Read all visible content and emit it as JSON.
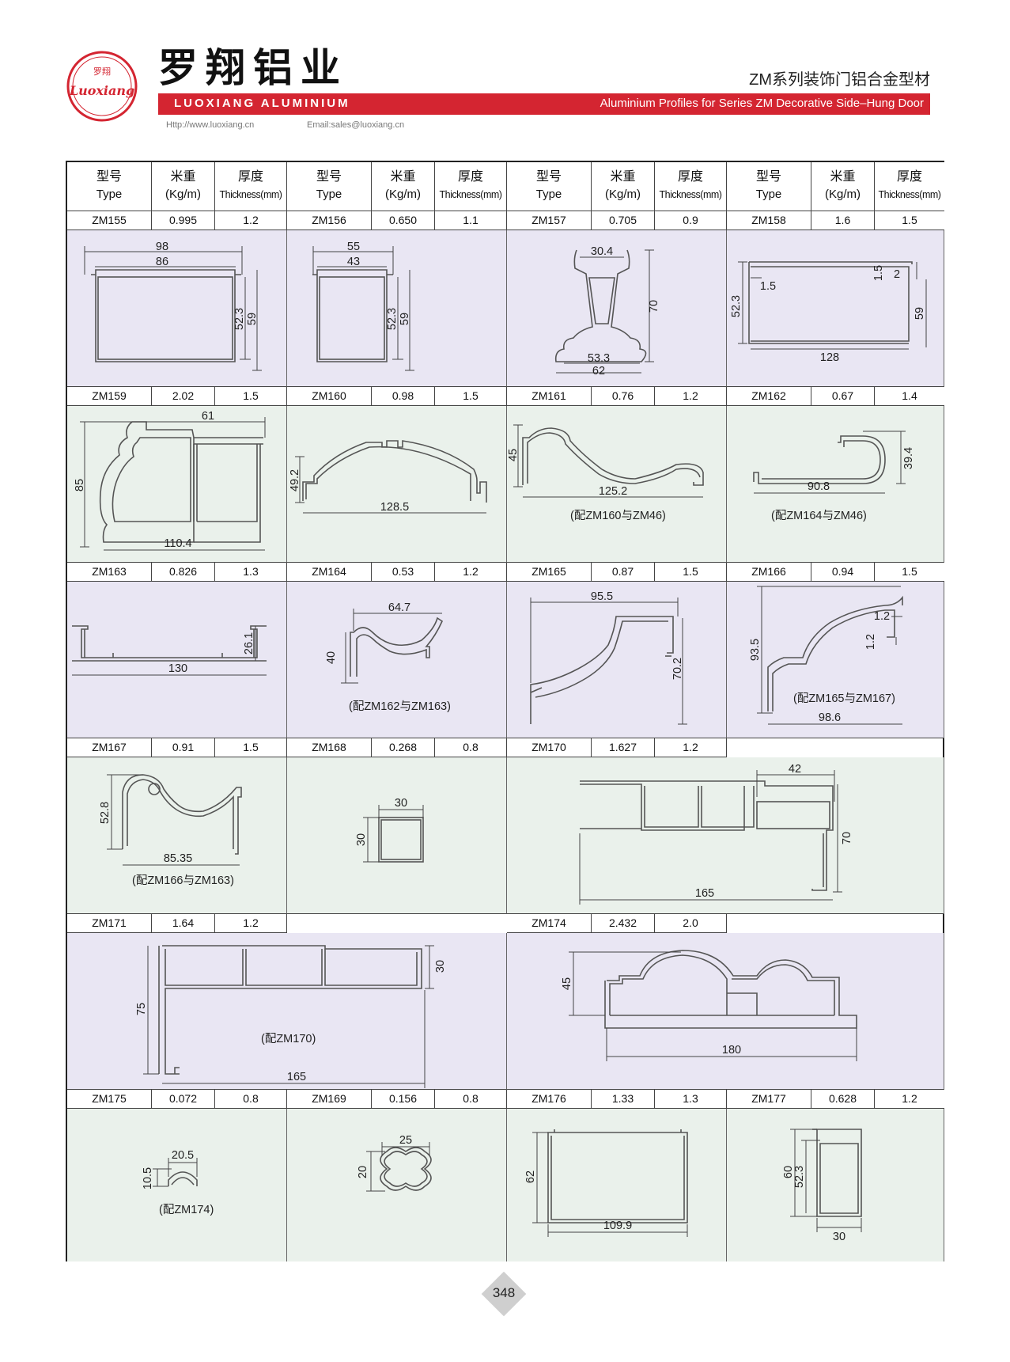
{
  "header": {
    "logo_text_top": "罗翔",
    "logo_text_script": "Luoxiang",
    "brand_cn": "罗翔铝业",
    "brand_en": "LUOXIANG ALUMINIUM",
    "series_cn": "ZM系列装饰门铝合金型材",
    "series_en": "Aluminium Profiles for Series ZM Decorative Side–Hung Door",
    "website": "Http://www.luoxiang.cn",
    "email": "Email:sales@luoxiang.cn"
  },
  "colors": {
    "brand_red": "#d42531",
    "panel_purple": "#e9e6f3",
    "panel_green": "#eaf1eb",
    "grid_line": "#444444"
  },
  "table_header": {
    "type_cn": "型号",
    "type_en": "Type",
    "weight_cn": "米重",
    "weight_en": "(Kg/m)",
    "thick_cn": "厚度",
    "thick_en": "Thickness(mm)"
  },
  "rows": [
    {
      "products": [
        {
          "type": "ZM155",
          "weight": "0.995",
          "thickness": "1.2",
          "dims": [
            "98",
            "86",
            "52.3",
            "59"
          ],
          "note": ""
        },
        {
          "type": "ZM156",
          "weight": "0.650",
          "thickness": "1.1",
          "dims": [
            "55",
            "43",
            "52.3",
            "59"
          ],
          "note": ""
        },
        {
          "type": "ZM157",
          "weight": "0.705",
          "thickness": "0.9",
          "dims": [
            "30.4",
            "70",
            "53.3",
            "62"
          ],
          "note": ""
        },
        {
          "type": "ZM158",
          "weight": "1.6",
          "thickness": "1.5",
          "dims": [
            "52.3",
            "1.5",
            "1.5",
            "2",
            "59",
            "128"
          ],
          "note": ""
        }
      ]
    },
    {
      "products": [
        {
          "type": "ZM159",
          "weight": "2.02",
          "thickness": "1.5",
          "dims": [
            "61",
            "85",
            "110.4"
          ],
          "note": ""
        },
        {
          "type": "ZM160",
          "weight": "0.98",
          "thickness": "1.5",
          "dims": [
            "49.2",
            "128.5"
          ],
          "note": ""
        },
        {
          "type": "ZM161",
          "weight": "0.76",
          "thickness": "1.2",
          "dims": [
            "45",
            "125.2"
          ],
          "note": "(配ZM160与ZM46)"
        },
        {
          "type": "ZM162",
          "weight": "0.67",
          "thickness": "1.4",
          "dims": [
            "39.4",
            "90.8"
          ],
          "note": "(配ZM164与ZM46)"
        }
      ]
    },
    {
      "products": [
        {
          "type": "ZM163",
          "weight": "0.826",
          "thickness": "1.3",
          "dims": [
            "26.1",
            "130"
          ],
          "note": ""
        },
        {
          "type": "ZM164",
          "weight": "0.53",
          "thickness": "1.2",
          "dims": [
            "64.7",
            "40"
          ],
          "note": "(配ZM162与ZM163)"
        },
        {
          "type": "ZM165",
          "weight": "0.87",
          "thickness": "1.5",
          "dims": [
            "95.5",
            "70.2"
          ],
          "note": ""
        },
        {
          "type": "ZM166",
          "weight": "0.94",
          "thickness": "1.5",
          "dims": [
            "93.5",
            "1.2",
            "1.2",
            "98.6"
          ],
          "note": "(配ZM165与ZM167)"
        }
      ]
    },
    {
      "products": [
        {
          "type": "ZM167",
          "weight": "0.91",
          "thickness": "1.5",
          "dims": [
            "52.8",
            "85.35"
          ],
          "note": "(配ZM166与ZM163)"
        },
        {
          "type": "ZM168",
          "weight": "0.268",
          "thickness": "0.8",
          "dims": [
            "30",
            "30"
          ],
          "note": ""
        },
        {
          "type": "ZM170",
          "weight": "1.627",
          "thickness": "1.2",
          "dims": [
            "42",
            "70",
            "165"
          ],
          "note": ""
        }
      ]
    },
    {
      "products": [
        {
          "type": "ZM171",
          "weight": "1.64",
          "thickness": "1.2",
          "dims": [
            "75",
            "30",
            "165"
          ],
          "note": "(配ZM170)"
        },
        {
          "type": "ZM174",
          "weight": "2.432",
          "thickness": "2.0",
          "dims": [
            "45",
            "180"
          ],
          "note": ""
        }
      ]
    },
    {
      "products": [
        {
          "type": "ZM175",
          "weight": "0.072",
          "thickness": "0.8",
          "dims": [
            "20.5",
            "10.5"
          ],
          "note": "(配ZM174)"
        },
        {
          "type": "ZM169",
          "weight": "0.156",
          "thickness": "0.8",
          "dims": [
            "25",
            "20"
          ],
          "note": ""
        },
        {
          "type": "ZM176",
          "weight": "1.33",
          "thickness": "1.3",
          "dims": [
            "62",
            "109.9"
          ],
          "note": ""
        },
        {
          "type": "ZM177",
          "weight": "0.628",
          "thickness": "1.2",
          "dims": [
            "60",
            "52.3",
            "30"
          ],
          "note": ""
        }
      ]
    }
  ],
  "page_number": "348"
}
